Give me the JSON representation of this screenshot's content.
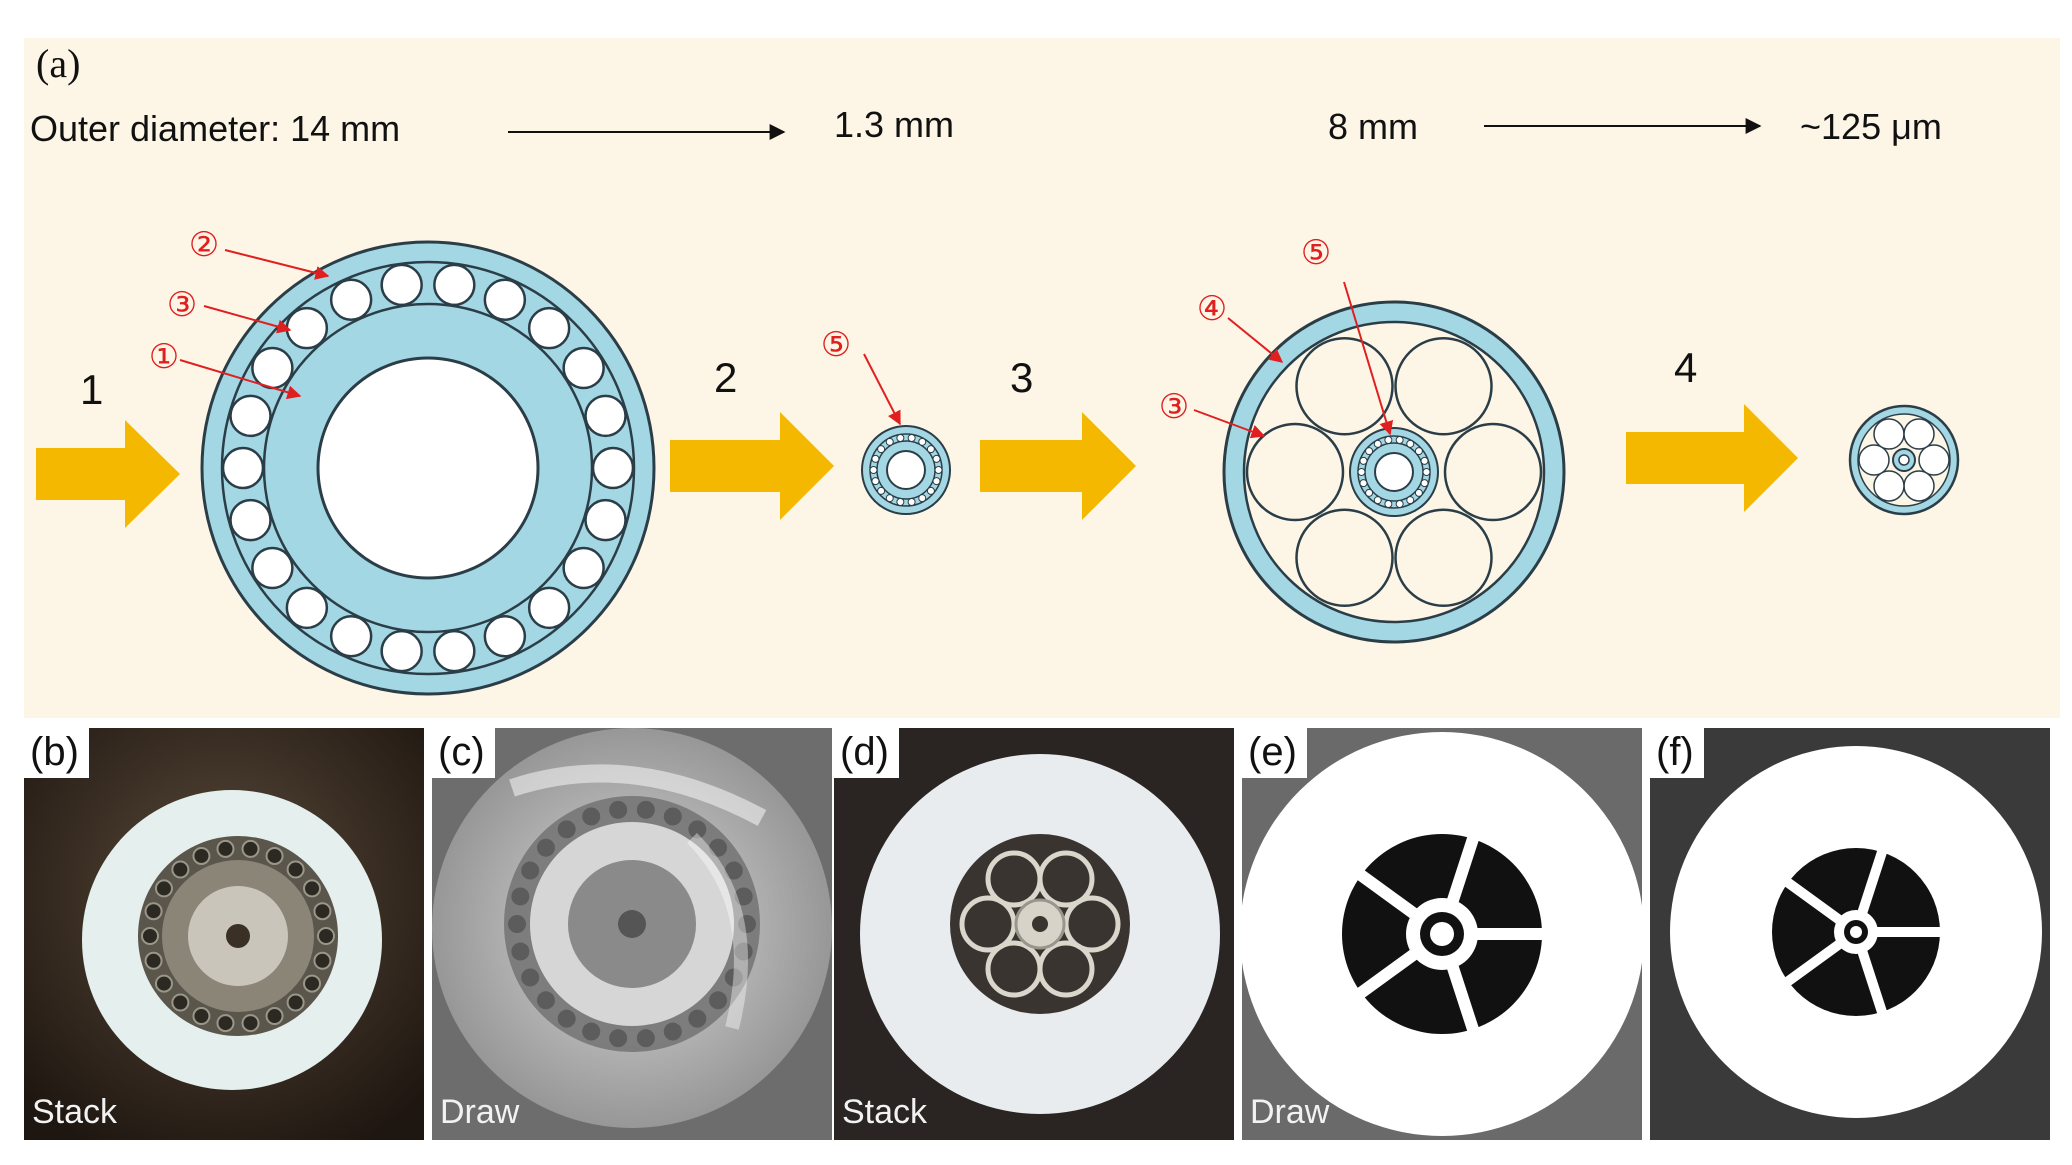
{
  "panel_a": {
    "label": "(a)",
    "outer_diameter": "Outer diameter: 14 mm",
    "size_after_step2": "1.3 mm",
    "size_step3": "8 mm",
    "size_final": "~125 μm",
    "steps": [
      "1",
      "2",
      "3",
      "4"
    ],
    "callouts": [
      "②",
      "③",
      "①",
      "⑤",
      "⑤",
      "④",
      "③"
    ]
  },
  "photos": [
    {
      "label": "(b)",
      "caption": "Stack"
    },
    {
      "label": "(c)",
      "caption": "Draw"
    },
    {
      "label": "(d)",
      "caption": "Stack"
    },
    {
      "label": "(e)",
      "caption": "Draw"
    },
    {
      "label": "(f)",
      "caption": ""
    }
  ],
  "colors": {
    "background": "#fdf6e6",
    "tube_fill": "#a4d7e4",
    "outline": "#2b3e48",
    "arrow_fill": "#f5b800",
    "callout_red": "#e02020"
  }
}
